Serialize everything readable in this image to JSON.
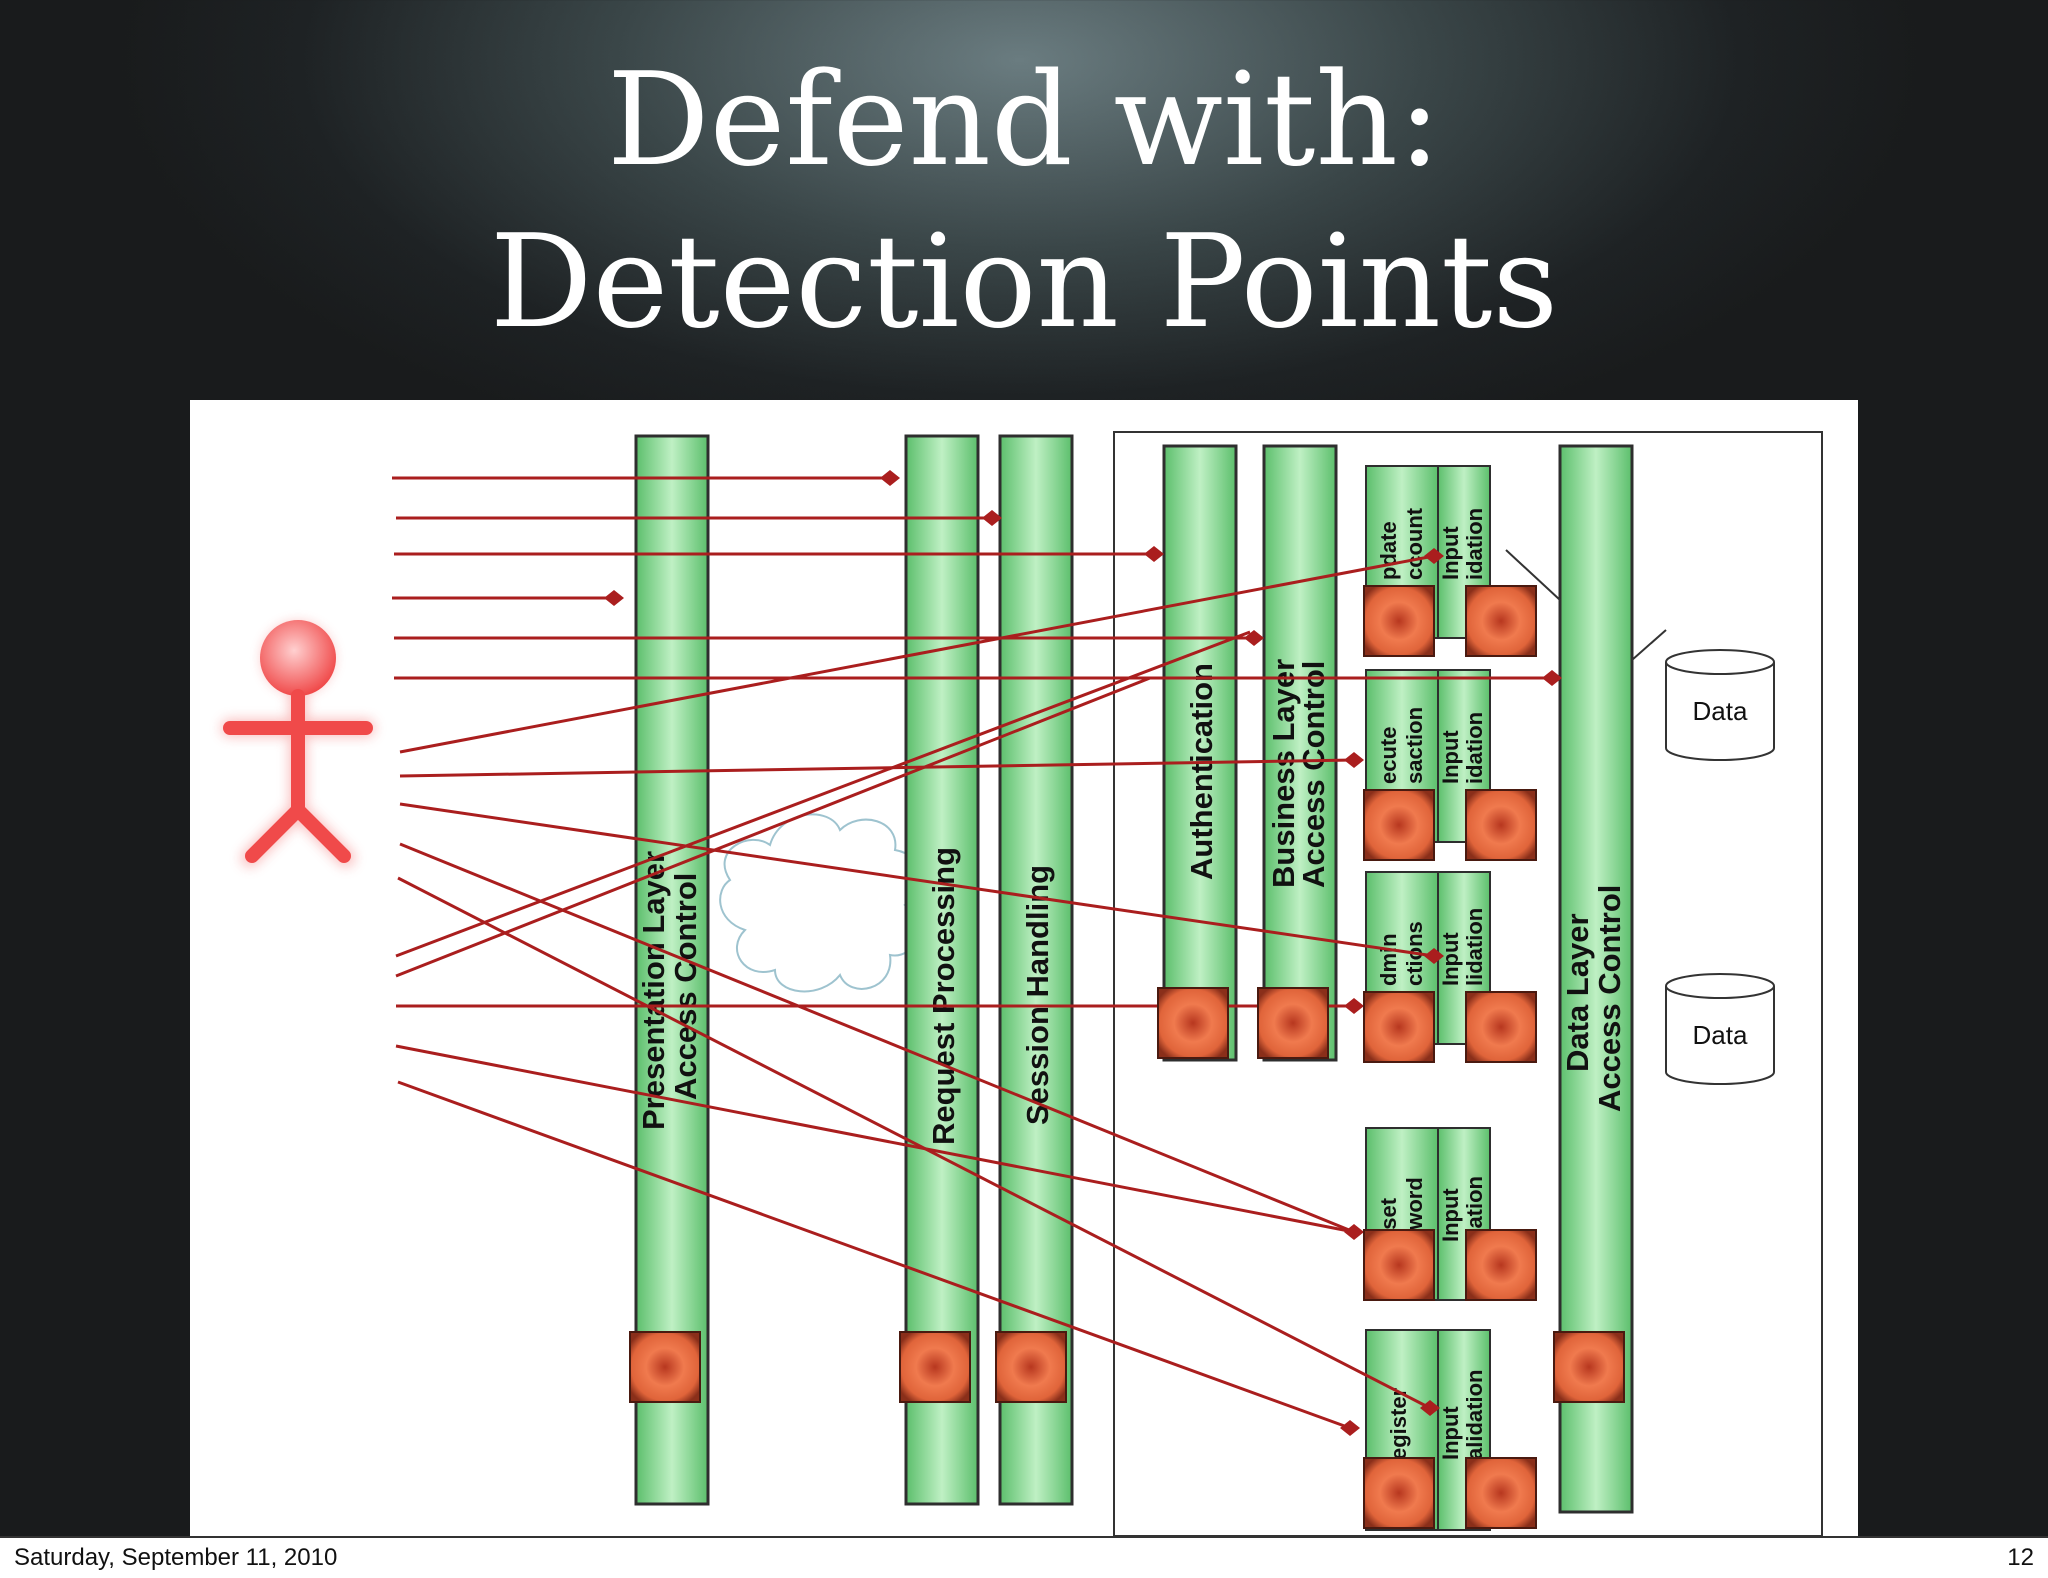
{
  "slide": {
    "title_line1": "Defend with:",
    "title_line2": "Detection Points"
  },
  "diagram": {
    "layers": {
      "presentation_line1": "Presentation Layer",
      "presentation_line2": "Access Control",
      "request": "Request Processing",
      "session": "Session Handling",
      "authentication": "Authentication",
      "business_line1": "Business Layer",
      "business_line2": "Access Control",
      "data_layer_line1": "Data Layer",
      "data_layer_line2": "Access Control"
    },
    "functions": [
      {
        "name_line1": "pdate",
        "name_line2": "ccount",
        "validation_line1": "Input",
        "validation_line2": "idation"
      },
      {
        "name_line1": "ecute",
        "name_line2": "saction",
        "validation_line1": "Input",
        "validation_line2": "idation"
      },
      {
        "name_line1": "dmin",
        "name_line2": "ctions",
        "validation_line1": "Input",
        "validation_line2": "lidation"
      },
      {
        "name_line1": "eset",
        "name_line2": "sword",
        "validation_line1": "Input",
        "validation_line2": "dation"
      },
      {
        "name_line1": "egister",
        "name_line2": "",
        "validation_line1": "Input",
        "validation_line2": "alidation"
      }
    ],
    "stores": [
      "Data",
      "Data"
    ],
    "colors": {
      "bar_fill": "#7fd08a",
      "bar_edge": "#2e2e2e",
      "attack_line": "#aa1e1e",
      "sensor": "#e0643a",
      "actor": "#f04a4a"
    }
  },
  "footer": {
    "date": "Saturday, September 11, 2010",
    "page": "12"
  }
}
